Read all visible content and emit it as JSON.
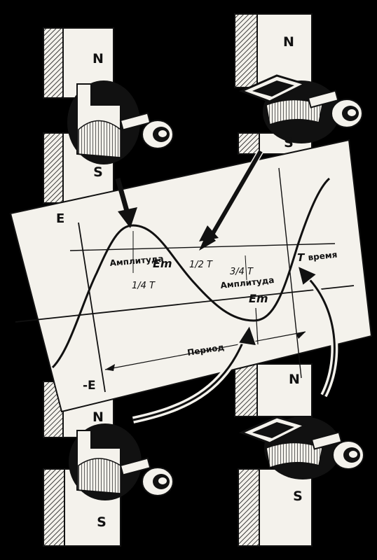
{
  "magnets": {
    "top_left": {
      "north": "N",
      "south": "S"
    },
    "top_right": {
      "north": "N",
      "south": "S"
    },
    "bottom_left": {
      "north": "N",
      "south": "S"
    },
    "bottom_right": {
      "north": "N",
      "south": "S"
    }
  },
  "graph": {
    "y_axis_top": "E",
    "y_axis_bottom": "-E",
    "amplitude_1": "Амплитуда",
    "em_1": "Em",
    "amplitude_2": "Амплитуда",
    "em_2": "Em",
    "quarter_period": "1/4 T",
    "half_period": "1/2 T",
    "three_quarter_period": "3/4 T",
    "period_end": "T",
    "time_label": "время",
    "period_label": "Период"
  },
  "colors": {
    "background": "#000000",
    "paper": "#f4f2ec",
    "ink": "#111111"
  }
}
